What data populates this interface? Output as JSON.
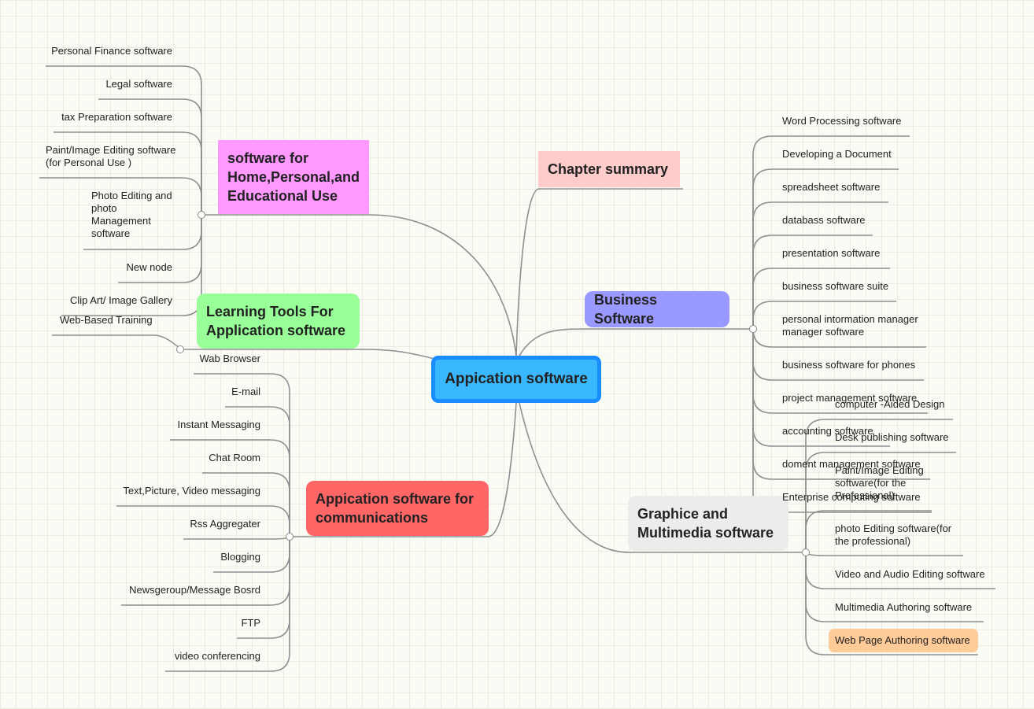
{
  "central": {
    "label": "Appication software",
    "color": "#3ab8ff",
    "border": "#1a8cff"
  },
  "home": {
    "label": "software for Home,Personal,and Educational Use",
    "color": "#ff99ff",
    "items": [
      "Personal Finance software",
      "Legal software",
      "tax Preparation software",
      "Paint/Image Editing software (for Personal Use )",
      "Photo Editing and photo Management software",
      "New node",
      "Clip Art/ Image Gallery"
    ]
  },
  "learning": {
    "label": "Learning Tools For Application software",
    "color": "#99ff99",
    "items": [
      "Web-Based Training"
    ]
  },
  "comms": {
    "label": "Appication software for communications",
    "color": "#ff6666",
    "items": [
      "Wab Browser",
      "E-mail",
      "Instant Messaging",
      "Chat Room",
      "Text,Picture, Video messaging",
      "Rss Aggregater",
      "Blogging",
      "Newsgeroup/Message Bosrd",
      "FTP",
      "video conferencing"
    ]
  },
  "summary": {
    "label": "Chapter summary",
    "color": "#ffcccc"
  },
  "business": {
    "label": "Business Software",
    "color": "#9999ff",
    "items": [
      "Word Processing software",
      "Developing a Document",
      "spreadsheet software",
      "databass software",
      "presentation software",
      "business software suite",
      "personal intormation manager manager software",
      "business software for phones",
      "project management software",
      "accounting software",
      "doment management software",
      "Enterprise computing software"
    ]
  },
  "graphics": {
    "label": "Graphice and Multimedia software",
    "color": "#ececec",
    "items": [
      "computer -Aided Design",
      "Desk publishing software",
      "Paint/Image Editing software(for the Professional)",
      "photo Editing software(for the professional)",
      "Video and Audio Editing software",
      "Multimedia Authoring software",
      "Web Page Authoring software"
    ],
    "highlight_color": "#ffcc99"
  }
}
